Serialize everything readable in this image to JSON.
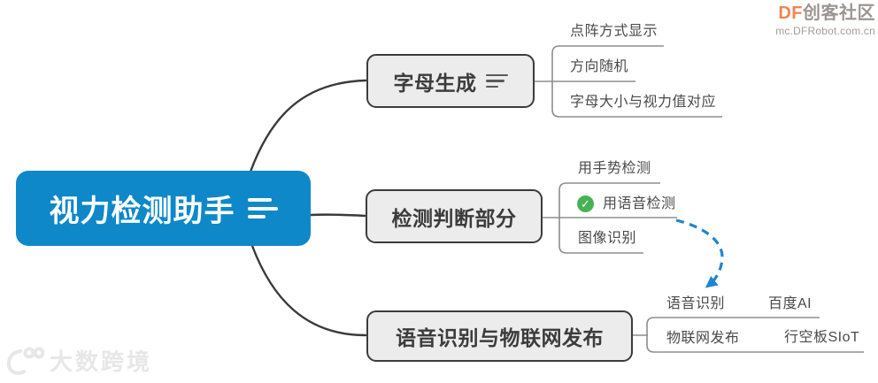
{
  "root": {
    "label": "视力检测助手"
  },
  "branches": [
    {
      "label": "字母生成",
      "children": [
        {
          "label": "点阵方式显示"
        },
        {
          "label": "方向随机"
        },
        {
          "label": "字母大小与视力值对应"
        }
      ]
    },
    {
      "label": "检测判断部分",
      "children": [
        {
          "label": "用手势检测"
        },
        {
          "label": "用语音检测",
          "marker": "check"
        },
        {
          "label": "图像识别"
        }
      ]
    },
    {
      "label": "语音识别与物联网发布",
      "children": [
        {
          "label": "语音识别",
          "sub": "百度AI"
        },
        {
          "label": "物联网发布",
          "sub": "行空板SIoT"
        }
      ]
    }
  ],
  "icons": {
    "check": "✓"
  },
  "logo": {
    "brand_prefix": "DF",
    "brand_suffix": "创客社区",
    "url": "mc.DFRobot.com.cn"
  },
  "watermark": {
    "label": "大数跨境"
  },
  "colors": {
    "root_bg": "#0e88c8",
    "root_text": "#ffffff",
    "node_fill": "#ececec",
    "node_border": "#3c3c3c",
    "node_text": "#3c3c3c",
    "child_text": "#4a4a4a",
    "line_dark": "#3a3a3a",
    "line_gray": "#8d8d8d",
    "arrow_blue": "#1d86d0",
    "check_green": "#47b254",
    "brand_orange": "#ee8552",
    "brand_gray": "#9b9591",
    "url_gray": "#a39c97",
    "watermark_gray": "#e7e7e7"
  }
}
